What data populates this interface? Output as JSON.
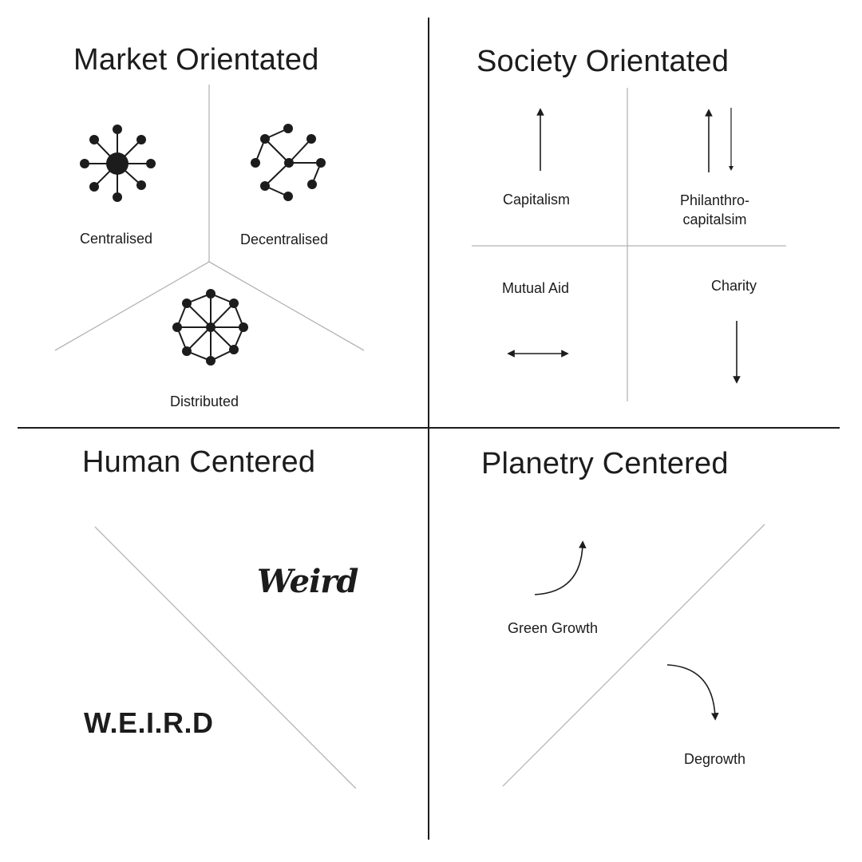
{
  "colors": {
    "ink": "#1c1c1c",
    "divider": "#1c1c1c",
    "subdivider": "#b5b5b5",
    "background": "#ffffff"
  },
  "quadrants": {
    "market": {
      "title": "Market Orientated",
      "networks": [
        {
          "label": "Centralised",
          "icon": "centralised-network-icon"
        },
        {
          "label": "Decentralised",
          "icon": "decentralised-network-icon"
        },
        {
          "label": "Distributed",
          "icon": "distributed-network-icon"
        }
      ]
    },
    "society": {
      "title": "Society Orientated",
      "cells": [
        {
          "label": "Capitalism",
          "icon": "arrow-up-icon"
        },
        {
          "label_line1": "Philanthro-",
          "label_line2": "capitalsim",
          "icon": "arrow-up-down-icon"
        },
        {
          "label": "Mutual Aid",
          "icon": "arrow-left-right-icon"
        },
        {
          "label": "Charity",
          "icon": "arrow-down-icon"
        }
      ]
    },
    "human": {
      "title": "Human Centered",
      "blackletter": "Weird",
      "acronym": "W.E.I.R.D"
    },
    "planetary": {
      "title": "Planetry Centered",
      "items": [
        {
          "label": "Green Growth",
          "icon": "curved-arrow-up-icon"
        },
        {
          "label": "Degrowth",
          "icon": "curved-arrow-down-icon"
        }
      ]
    }
  }
}
